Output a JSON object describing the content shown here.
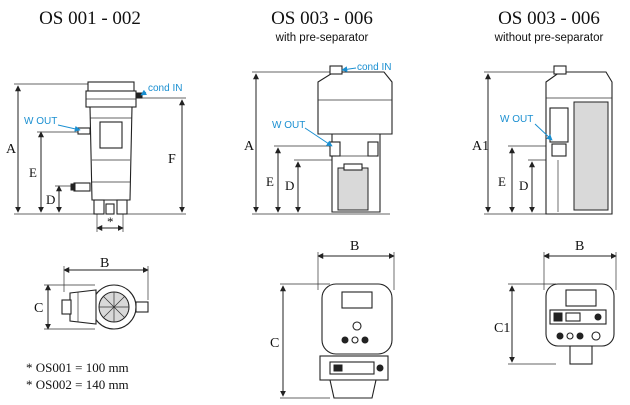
{
  "titles": {
    "os001": "OS 001 - 002",
    "os003_with": "OS 003 - 006",
    "os003_without": "OS 003 - 006"
  },
  "subtitles": {
    "with": "with pre-separator",
    "without": "without pre-separator"
  },
  "callouts": {
    "cond_in": "cond IN",
    "w_out": "W OUT"
  },
  "dimension_letters": {
    "A": "A",
    "A1": "A1",
    "B": "B",
    "C": "C",
    "C1": "C1",
    "D": "D",
    "E": "E",
    "F": "F",
    "star": "*"
  },
  "notes": [
    "* OS001 = 100 mm",
    "* OS002 = 140 mm"
  ],
  "colors": {
    "callout_blue": "#1a8fd1",
    "line": "#222222",
    "panel_grey": "#d9d9d9"
  }
}
